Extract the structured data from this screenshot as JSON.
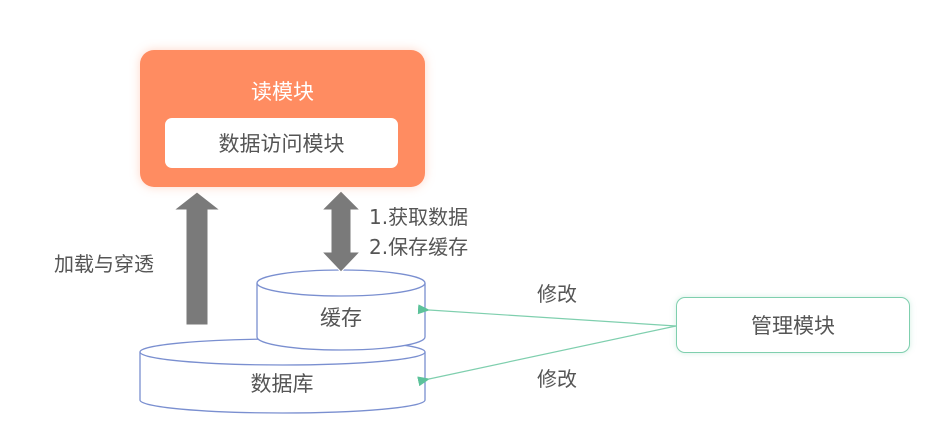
{
  "diagram": {
    "read_module": {
      "title": "读模块",
      "inner": "数据访问模块"
    },
    "cache": {
      "label": "缓存"
    },
    "database": {
      "label": "数据库"
    },
    "management_module": {
      "label": "管理模块"
    },
    "arrows": {
      "load_label": "加载与穿透",
      "cache_steps": [
        "1.获取数据",
        "2.保存缓存"
      ],
      "modify_cache_label": "修改",
      "modify_db_label": "修改"
    },
    "colors": {
      "read_module": "#FF8C61",
      "cylinder_stroke": "#7A8FD0",
      "management_stroke": "#7FCFAE",
      "arrow_gray": "#7A7A7A",
      "text": "#555555"
    }
  }
}
